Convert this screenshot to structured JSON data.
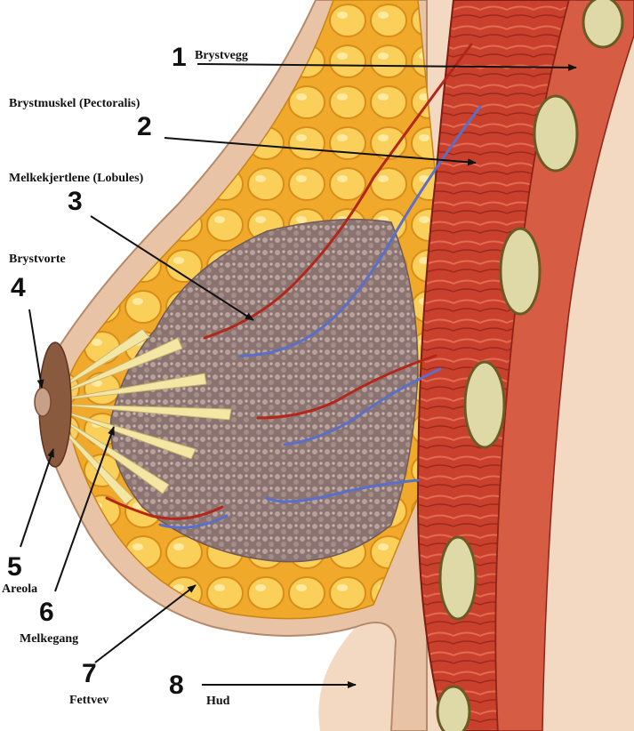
{
  "labels": [
    {
      "number": "1",
      "text": "Brystvegg"
    },
    {
      "number": "2",
      "text": "Brystmuskel (Pectoralis)"
    },
    {
      "number": "3",
      "text": "Melkekjertlene (Lobules)"
    },
    {
      "number": "4",
      "text": "Brystvorte"
    },
    {
      "number": "5",
      "text": "Areola"
    },
    {
      "number": "6",
      "text": "Melkegang"
    },
    {
      "number": "7",
      "text": "Fettvev"
    },
    {
      "number": "8",
      "text": "Hud"
    }
  ],
  "colors": {
    "background_skin": "#f3d9c2",
    "skin_edge": "#c9a184",
    "muscle": "#c8402c",
    "muscle_dark": "#8e2418",
    "fat": "#f5b630",
    "fat_light": "#fbd35e",
    "gland": "#8c7674",
    "gland_light": "#b8a19a",
    "duct": "#f4e7a6",
    "rib": "#ded9a6",
    "vein": "#5a6fc8",
    "artery": "#b3261a",
    "nipple": "#7b4a35"
  }
}
